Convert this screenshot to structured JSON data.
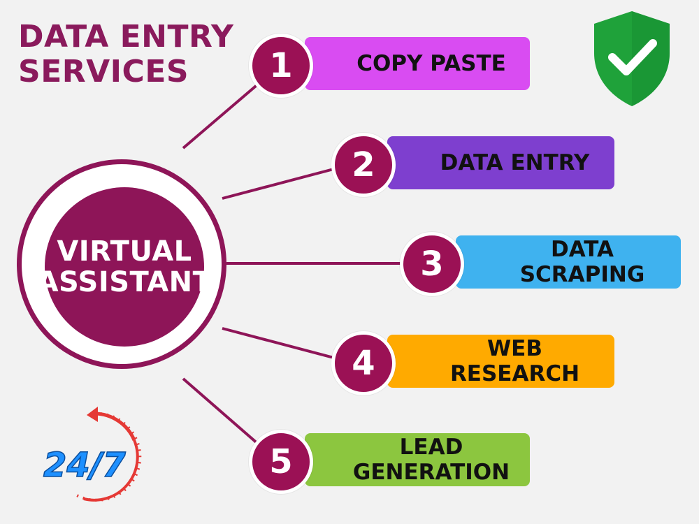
{
  "title": {
    "line1": "DATA ENTRY",
    "line2": "SERVICES"
  },
  "hub": {
    "line1": "VIRTUAL",
    "line2": "ASSISTANT"
  },
  "services": [
    {
      "number": "1",
      "label_line1": "COPY PASTE",
      "label_line2": "",
      "color": "#d94cf2"
    },
    {
      "number": "2",
      "label_line1": "DATA ENTRY",
      "label_line2": "",
      "color": "#7e3fcf"
    },
    {
      "number": "3",
      "label_line1": "DATA",
      "label_line2": "SCRAPING",
      "color": "#3fb2ef"
    },
    {
      "number": "4",
      "label_line1": "WEB",
      "label_line2": "RESEARCH",
      "color": "#ffaa00"
    },
    {
      "number": "5",
      "label_line1": "LEAD",
      "label_line2": "GENERATION",
      "color": "#8cc63f"
    }
  ],
  "badge": {
    "text": "24/7"
  },
  "colors": {
    "accent": "#8e1558",
    "title": "#8a1a5c",
    "shield": "#1fa23a",
    "clock_arrow": "#e53935"
  },
  "icons": {
    "shield": "shield-check-icon",
    "clock": "clock-24-7-icon"
  }
}
